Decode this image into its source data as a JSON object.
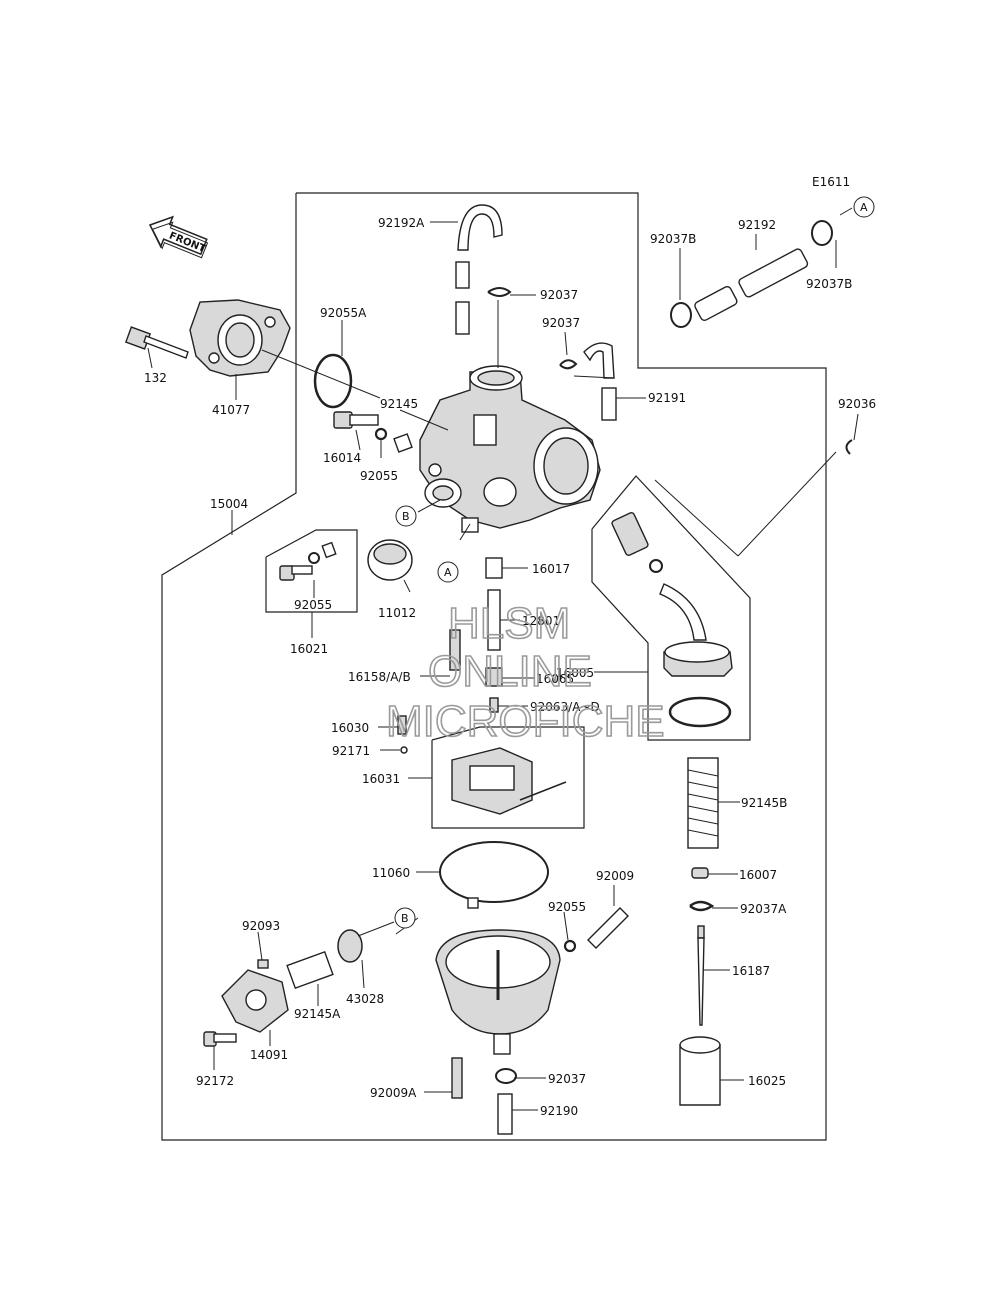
{
  "diagram_code": "E1611",
  "front_label": "FRONT",
  "reference_markers": {
    "a": "A",
    "b": "B"
  },
  "watermark": {
    "line1": "HLSM",
    "line2": "ONLINE",
    "line3": "MICROFICHE"
  },
  "parts": {
    "p132": "132",
    "p41077": "41077",
    "p92055A": "92055A",
    "p92145": "92145",
    "p16014": "16014",
    "p92055_top": "92055",
    "p15004": "15004",
    "p92192A": "92192A",
    "p92037_1": "92037",
    "p92037_2": "92037",
    "p92191": "92191",
    "p92192": "92192",
    "p92037B_1": "92037B",
    "p92037B_2": "92037B",
    "p92036": "92036",
    "p11012": "11012",
    "p92055_mid": "92055",
    "p16021": "16021",
    "p16017": "16017",
    "p12801": "12801",
    "p16005": "16005",
    "p16158": "16158/A/B",
    "p16065": "16065",
    "p92063": "92063/A~D",
    "p16030": "16030",
    "p92171": "92171",
    "p16031": "16031",
    "p92145B": "92145B",
    "p11060": "11060",
    "p92009": "92009",
    "p16007": "16007",
    "p92055_low": "92055",
    "p92037A": "92037A",
    "p92093": "92093",
    "p43028": "43028",
    "p16187": "16187",
    "p92145A": "92145A",
    "p14091": "14091",
    "p92172": "92172",
    "p92037_3": "92037",
    "p16025": "16025",
    "p92009A": "92009A",
    "p92190": "92190"
  }
}
